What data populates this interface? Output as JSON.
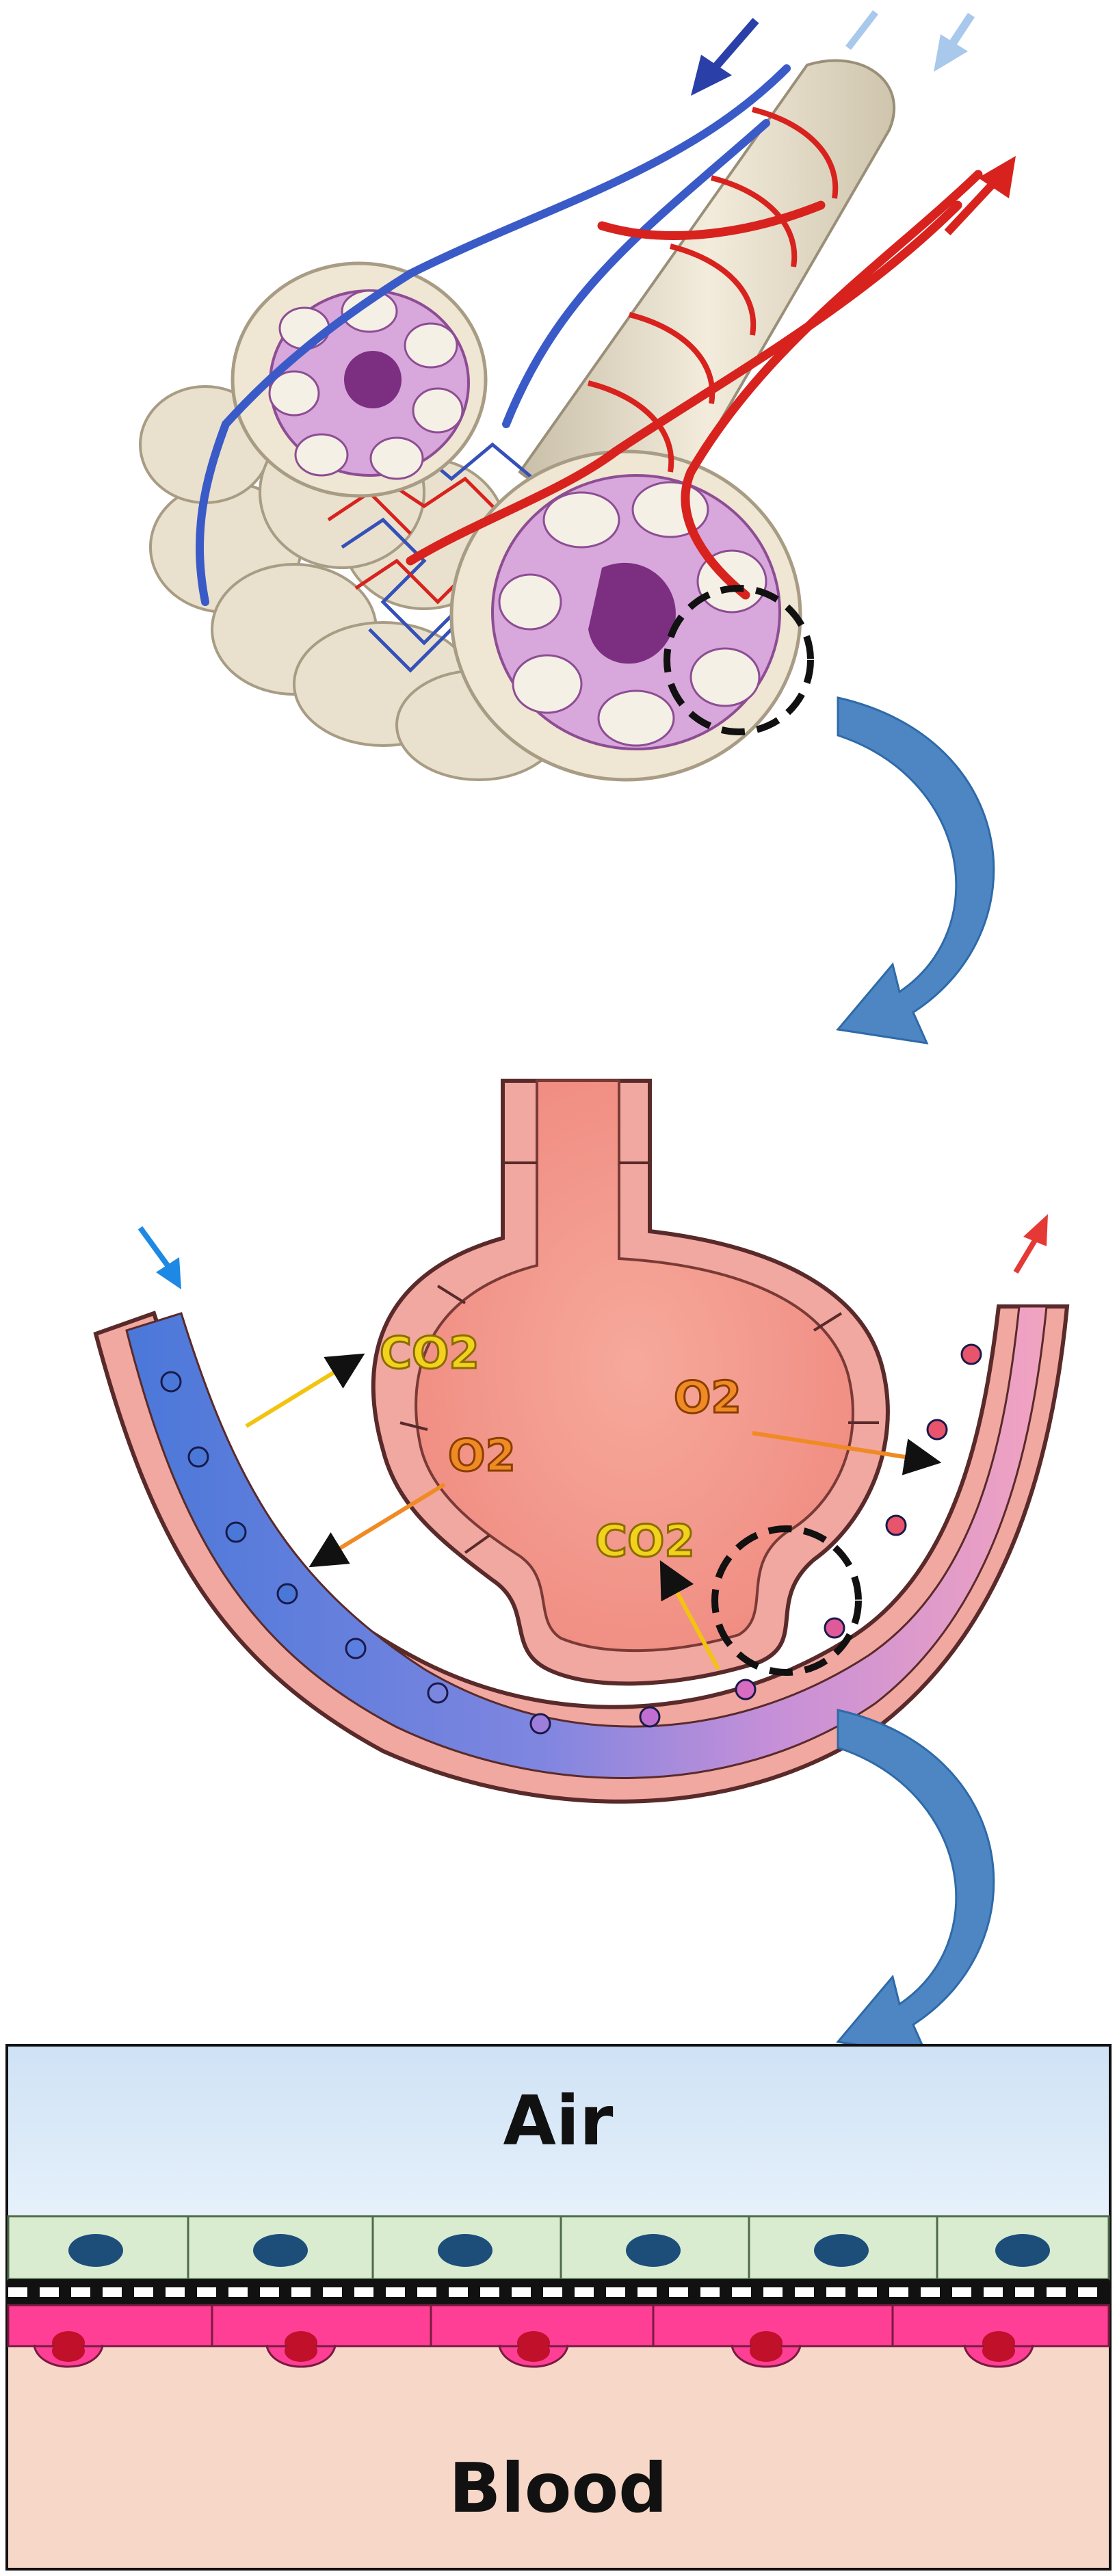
{
  "labels": {
    "co2_top": "CO2",
    "o2_top": "O2",
    "o2_left": "O2",
    "co2_bottom": "CO2",
    "air": "Air",
    "blood": "Blood"
  },
  "colors": {
    "co2_text": "#f2d21d",
    "o2_text": "#f08a24",
    "deoxygenated": "#4a78d9",
    "oxygenated": "#e8546c",
    "tissue": "#f0a8a0",
    "flow_arrow": "#4e86c4",
    "air_layer": "#dbeaf7",
    "epithelium": "#d9ecd0",
    "capillary_wall": "#ff3f96",
    "blood_layer": "#f7d8c8"
  }
}
